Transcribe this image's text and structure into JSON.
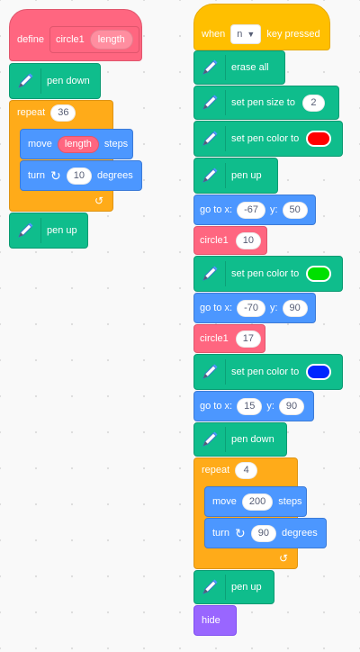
{
  "colors": {
    "pen": "#0fbd8c",
    "motion": "#4c97ff",
    "control": "#ffab19",
    "my_blocks": "#ff6680",
    "events": "#ffbf00",
    "looks": "#9966ff",
    "pen_colors": [
      "#ff0000",
      "#00e000",
      "#0026ff"
    ]
  },
  "icons": {
    "pen_extension": "pen-icon",
    "turn": "rotate-clockwise-icon",
    "loop_end": "loop-arrow-icon"
  },
  "script1": {
    "define": {
      "keyword": "define",
      "name": "circle1",
      "param": "length"
    },
    "pen_down": "pen down",
    "repeat": {
      "label": "repeat",
      "count": "36"
    },
    "move": {
      "label": "move",
      "arg": "length",
      "suffix": "steps"
    },
    "turn": {
      "label": "turn",
      "arg": "10",
      "suffix": "degrees"
    },
    "loop_glyph": "↺",
    "pen_up": "pen up"
  },
  "script2": {
    "hat": {
      "label": "when",
      "key": "n",
      "suffix": "key pressed"
    },
    "erase_all": "erase all",
    "set_size": {
      "label": "set pen size to",
      "value": "2"
    },
    "set_color_1": "set pen color to",
    "pen_up_1": "pen up",
    "goto_1": {
      "label": "go to x:",
      "x": "-67",
      "ylabel": "y:",
      "y": "50"
    },
    "call_1": {
      "name": "circle1",
      "arg": "10"
    },
    "set_color_2": "set pen color to",
    "goto_2": {
      "label": "go to x:",
      "x": "-70",
      "ylabel": "y:",
      "y": "90"
    },
    "call_2": {
      "name": "circle1",
      "arg": "17"
    },
    "set_color_3": "set pen color to",
    "goto_3": {
      "label": "go to x:",
      "x": "15",
      "ylabel": "y:",
      "y": "90"
    },
    "pen_down": "pen down",
    "repeat": {
      "label": "repeat",
      "count": "4"
    },
    "move": {
      "label": "move",
      "arg": "200",
      "suffix": "steps"
    },
    "turn": {
      "label": "turn",
      "arg": "90",
      "suffix": "degrees"
    },
    "loop_glyph": "↺",
    "pen_up_2": "pen up",
    "hide": "hide"
  }
}
